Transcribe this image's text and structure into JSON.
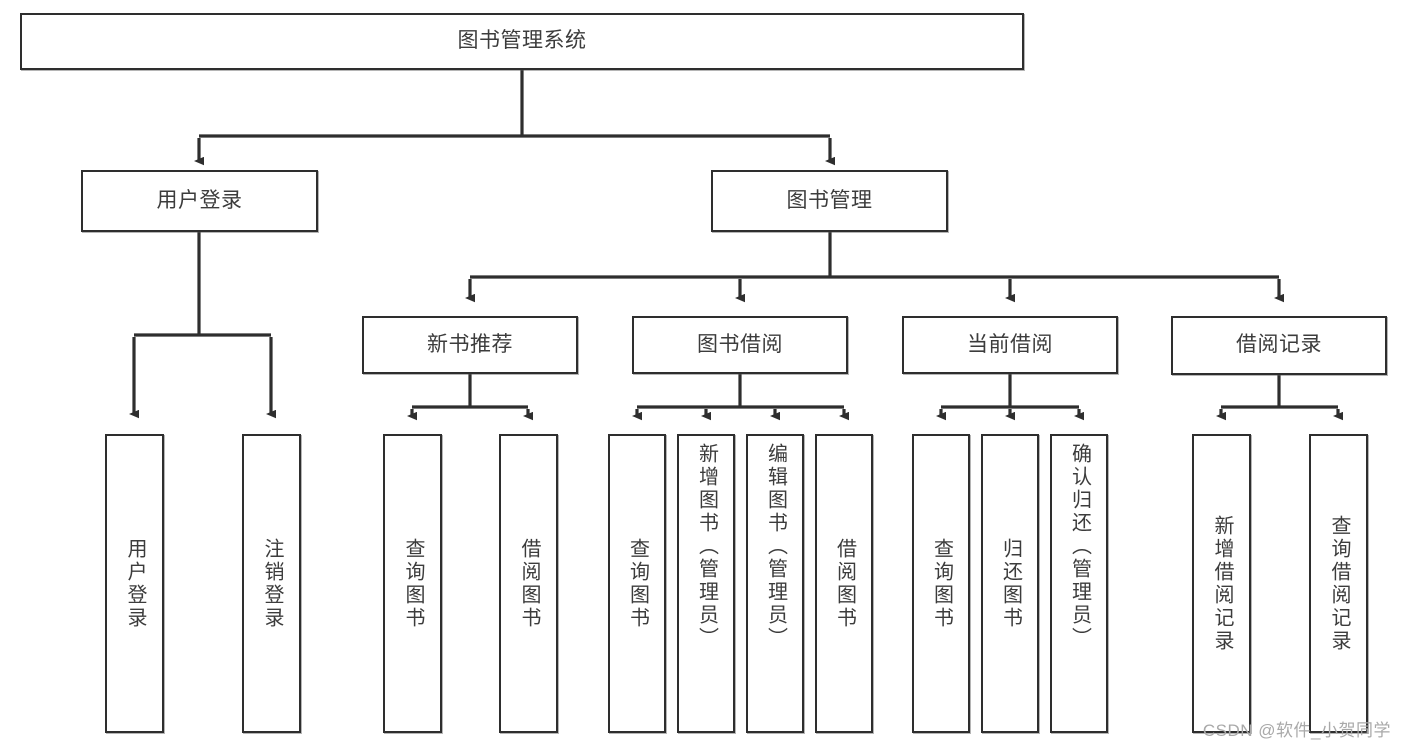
{
  "diagram": {
    "type": "tree-hierarchy",
    "title": "图书管理系统",
    "watermark": "CSDN @软件_小贺同学",
    "colors": {
      "node_border": "#2e2e2e",
      "node_fill": "#ffffff",
      "text": "#3c3c3c",
      "edge": "#2e2e2e",
      "watermark": "#a9a9a9"
    },
    "root": {
      "id": "root",
      "label": "图书管理系统"
    },
    "level2": [
      {
        "id": "user-login",
        "label": "用户登录"
      },
      {
        "id": "book-management",
        "label": "图书管理"
      }
    ],
    "level3": [
      {
        "id": "new-book-recommend",
        "label": "新书推荐",
        "parent": "book-management"
      },
      {
        "id": "book-borrow",
        "label": "图书借阅",
        "parent": "book-management"
      },
      {
        "id": "current-borrow",
        "label": "当前借阅",
        "parent": "book-management"
      },
      {
        "id": "borrow-record",
        "label": "借阅记录",
        "parent": "book-management"
      }
    ],
    "leaves": [
      {
        "id": "leaf-user-login",
        "label": "用户登录",
        "parent": "user-login"
      },
      {
        "id": "leaf-logout",
        "label": "注销登录",
        "parent": "user-login"
      },
      {
        "id": "leaf-query-book-1",
        "label": "查询图书",
        "parent": "new-book-recommend"
      },
      {
        "id": "leaf-borrow-book-1",
        "label": "借阅图书",
        "parent": "new-book-recommend"
      },
      {
        "id": "leaf-query-book-2",
        "label": "查询图书",
        "parent": "book-borrow"
      },
      {
        "id": "leaf-add-book",
        "label": "新增图书（管理员）",
        "parent": "book-borrow"
      },
      {
        "id": "leaf-edit-book",
        "label": "编辑图书（管理员）",
        "parent": "book-borrow"
      },
      {
        "id": "leaf-borrow-book-2",
        "label": "借阅图书",
        "parent": "book-borrow"
      },
      {
        "id": "leaf-query-book-3",
        "label": "查询图书",
        "parent": "current-borrow"
      },
      {
        "id": "leaf-return-book",
        "label": "归还图书",
        "parent": "current-borrow"
      },
      {
        "id": "leaf-confirm-return",
        "label": "确认归还（管理员）",
        "parent": "current-borrow"
      },
      {
        "id": "leaf-add-record",
        "label": "新增借阅记录",
        "parent": "borrow-record"
      },
      {
        "id": "leaf-query-record",
        "label": "查询借阅记录",
        "parent": "borrow-record"
      }
    ]
  }
}
